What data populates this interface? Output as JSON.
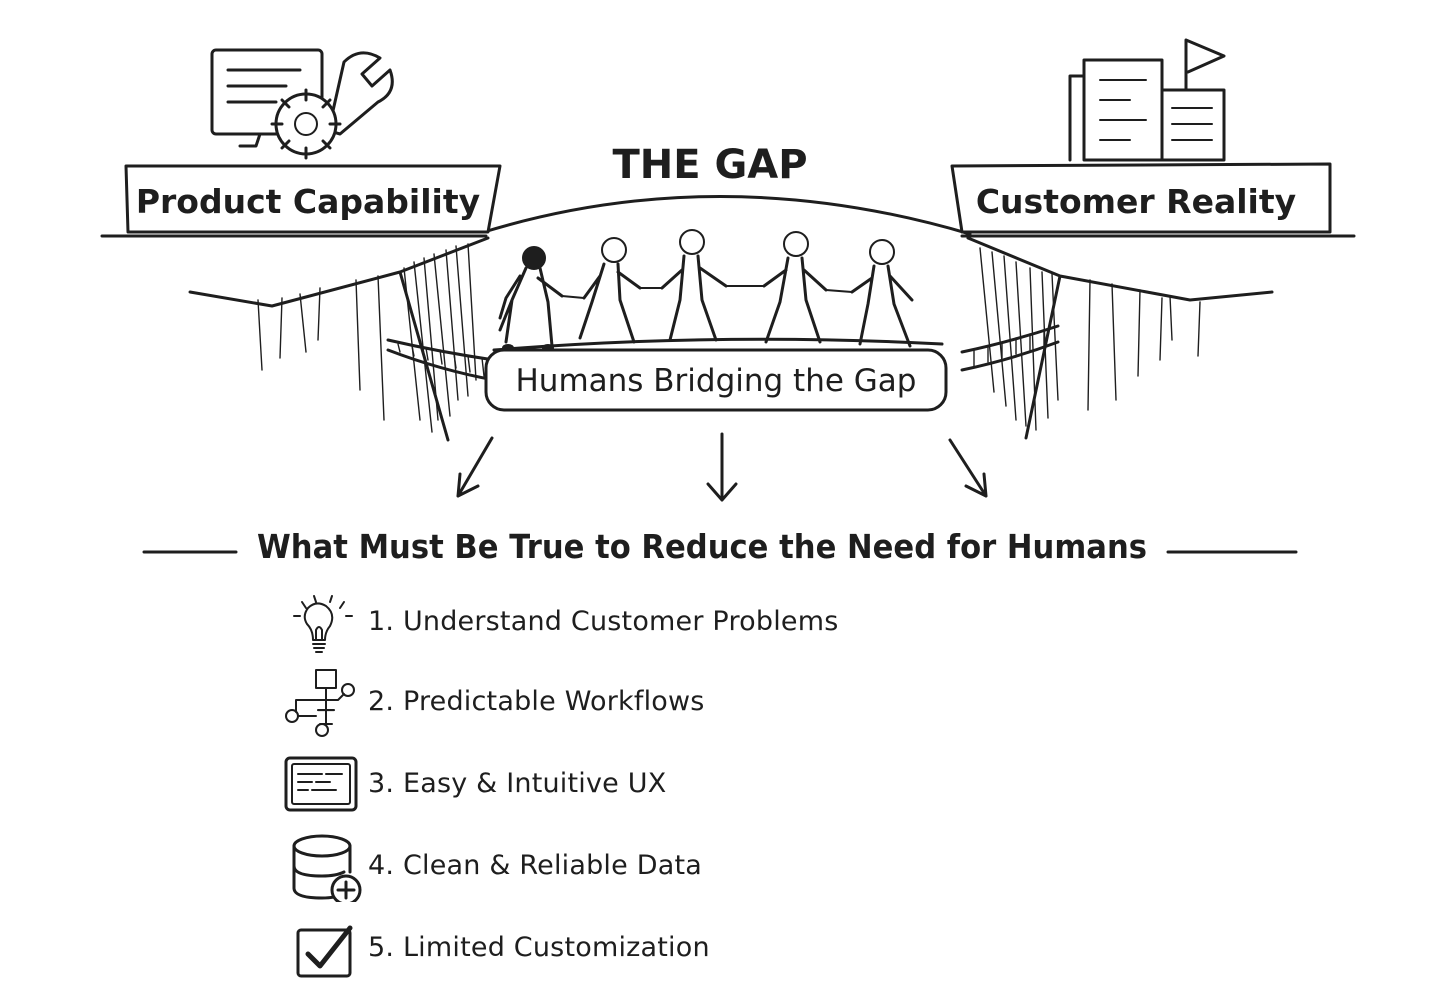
{
  "diagram": {
    "gap_title": "THE GAP",
    "left_platform": {
      "label": "Product Capability",
      "icon": "monitor-gear-wrench-icon"
    },
    "right_platform": {
      "label": "Customer Reality",
      "icon": "office-buildings-flag-icon"
    },
    "bridge_label": "Humans Bridging the Gap",
    "section_heading": "What Must Be True to Reduce the Need for Humans",
    "requirements": [
      {
        "label": "1. Understand Customer Problems",
        "icon": "lightbulb-icon"
      },
      {
        "label": "2. Predictable Workflows",
        "icon": "workflow-flowchart-icon"
      },
      {
        "label": "3. Easy & Intuitive UX",
        "icon": "ui-screen-icon"
      },
      {
        "label": "4. Clean & Reliable Data",
        "icon": "database-plus-icon"
      },
      {
        "label": "5. Limited Customization",
        "icon": "checkbox-checked-icon"
      }
    ]
  }
}
